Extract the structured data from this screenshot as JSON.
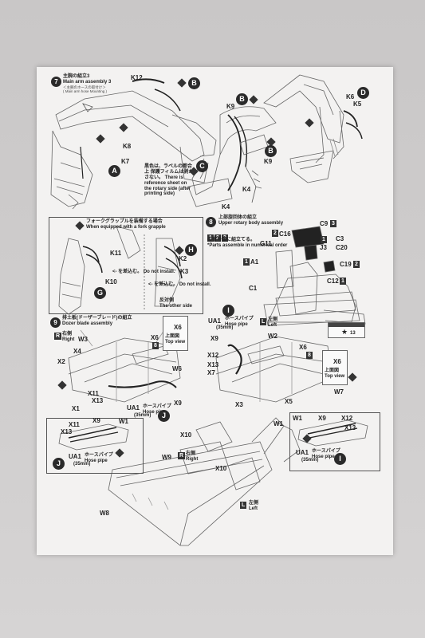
{
  "step7": {
    "number": "7",
    "title_jp": "主腕の組立3",
    "title_en": "Main arm assembly 3",
    "sub_jp": "＜主腕のホースの取付け＞",
    "sub_en": "( Main arm hose Mounting )",
    "note": "黒色は、ラベルの都合上 保護フィルムは剥がさない。 There is reference sheet on the rotary side (after printing side)",
    "parts": {
      "k12": "K12",
      "b1": "B",
      "k8": "K8",
      "k7": "K7",
      "a": "A",
      "k9": "K9",
      "b2": "B",
      "c": "C",
      "b3": "B",
      "k9b": "K9",
      "k4": "K4",
      "k4b": "K4",
      "d": "D",
      "k6": "K6",
      "k5": "K5"
    }
  },
  "fork": {
    "title_jp": "フォークグラップルを装備する場合",
    "title_en": "When equipped with a fork grapple",
    "parts": {
      "k11": "K11",
      "k10": "K10",
      "g": "G",
      "h": "H",
      "k2": "K2",
      "k3": "K3"
    },
    "note_left": "<- を差込む。 Do not install.",
    "note_right": "<- を差込む。 Do not install.",
    "other_side_jp": "反対側",
    "other_side_en": "The other side"
  },
  "step8": {
    "number": "8",
    "title_jp": "上部旋回体の組立",
    "title_en": "Upper rotary body assembly",
    "order_nums": [
      "1",
      "2",
      "3"
    ],
    "order_jp": "の番号順に組立てる。",
    "order_en": "*Parts assemble in numerical order",
    "parts": {
      "g11": "G11",
      "c16": "C16",
      "c9": "C9",
      "c9n": "3",
      "j3": "J3",
      "c3": "C3",
      "c3n": "1",
      "c20": "C20",
      "c19": "C19",
      "c19n": "2",
      "c12": "C12",
      "c12n": "1",
      "a1": "A1",
      "a1n": "1",
      "c1": "C1",
      "c16n": "2"
    },
    "side_note": "13"
  },
  "step9": {
    "number": "9",
    "title_jp": "排土板(ドーザーブレード)の組立",
    "title_en": "Dozer blade assembly",
    "right_jp": "右側",
    "right_en": "Right",
    "left_jp": "左側",
    "left_en": "Left",
    "ua1": "UA1",
    "hose_jp": "ホースパイプ",
    "hose_en": "Hose pipe",
    "hose_len": "(35mm)",
    "top_view_jp": "上面図",
    "top_view_en": "Top view",
    "parts_left": {
      "r": "R",
      "w3": "W3",
      "x4": "X4",
      "x2": "X2",
      "x11": "X11",
      "x13": "X13",
      "x1": "X1",
      "x6": "X6",
      "x6n": "8",
      "x6b": "X6",
      "w6": "W6",
      "x9": "X9",
      "ua1": "UA1",
      "j": "J"
    },
    "parts_right": {
      "i": "I",
      "l": "L",
      "x9": "X9",
      "w2": "W2",
      "x12": "X12",
      "x13": "X13",
      "x7": "X7",
      "x6": "X6",
      "x6n": "8",
      "x6b": "X6",
      "w7": "W7",
      "x3": "X3",
      "x5": "X5"
    },
    "parts_bottom": {
      "w1": "W1",
      "x9": "X9",
      "x11": "X11",
      "x13": "X13",
      "j": "J",
      "x10": "X10",
      "w9": "W9",
      "r": "R",
      "x10b": "X10",
      "w1b": "W1",
      "w8": "W8",
      "l": "L",
      "w1c": "W1",
      "x9b": "X9",
      "x12": "X12",
      "x13b": "X13",
      "i": "I"
    }
  }
}
